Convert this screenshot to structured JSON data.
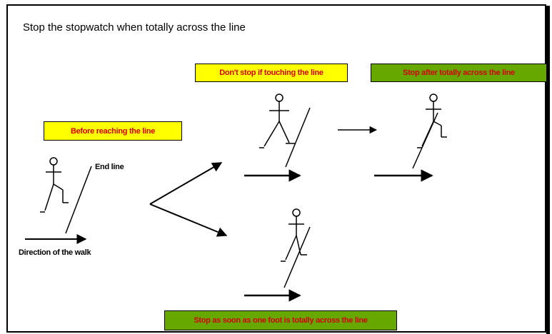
{
  "title": "Stop the stopwatch when totally across the line",
  "boxes": {
    "before": "Before reaching the line",
    "dont_stop": "Don't stop if touching the line",
    "stop_after": "Stop after totally across the line",
    "stop_soon": "Stop as soon as one foot is totally across the line"
  },
  "labels": {
    "end_line": "End line",
    "direction": "Direction of the walk"
  },
  "colors": {
    "yellow_box": "#ffff00",
    "green_box": "#66a800",
    "box_text": "#d40000"
  }
}
